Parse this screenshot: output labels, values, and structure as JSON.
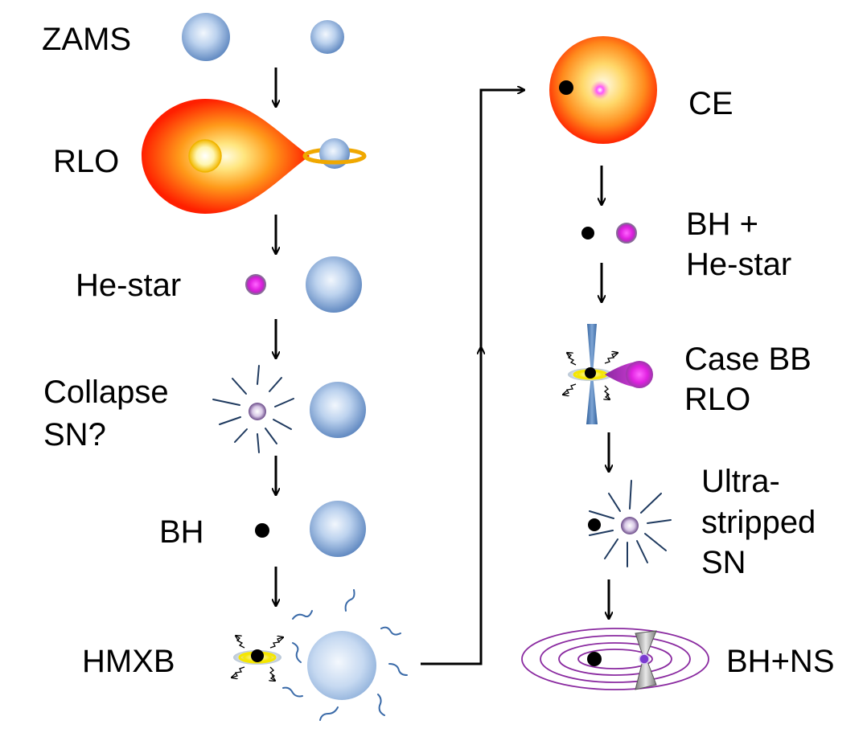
{
  "left_column": {
    "zams": "ZAMS",
    "rlo": "RLO",
    "he_star": "He-star",
    "collapse_line1": "Collapse",
    "collapse_line2": "SN?",
    "bh": "BH",
    "hmxb": "HMXB"
  },
  "right_column": {
    "ce": "CE",
    "bh_he_line1": "BH +",
    "bh_he_line2": "He-star",
    "case_bb_line1": "Case BB",
    "case_bb_line2": "RLO",
    "ultra_line1": "Ultra-",
    "ultra_line2": "stripped",
    "ultra_line3": "SN",
    "bh_ns": "BH+NS"
  },
  "colors": {
    "blue_star": "#7aa3d4",
    "red_giant": "#ff2a00",
    "he_star": "#e020e0",
    "accretion_disk": "#f5e000",
    "orbit": "#8a2aa0",
    "sn_rays": "#1f3a5f"
  }
}
